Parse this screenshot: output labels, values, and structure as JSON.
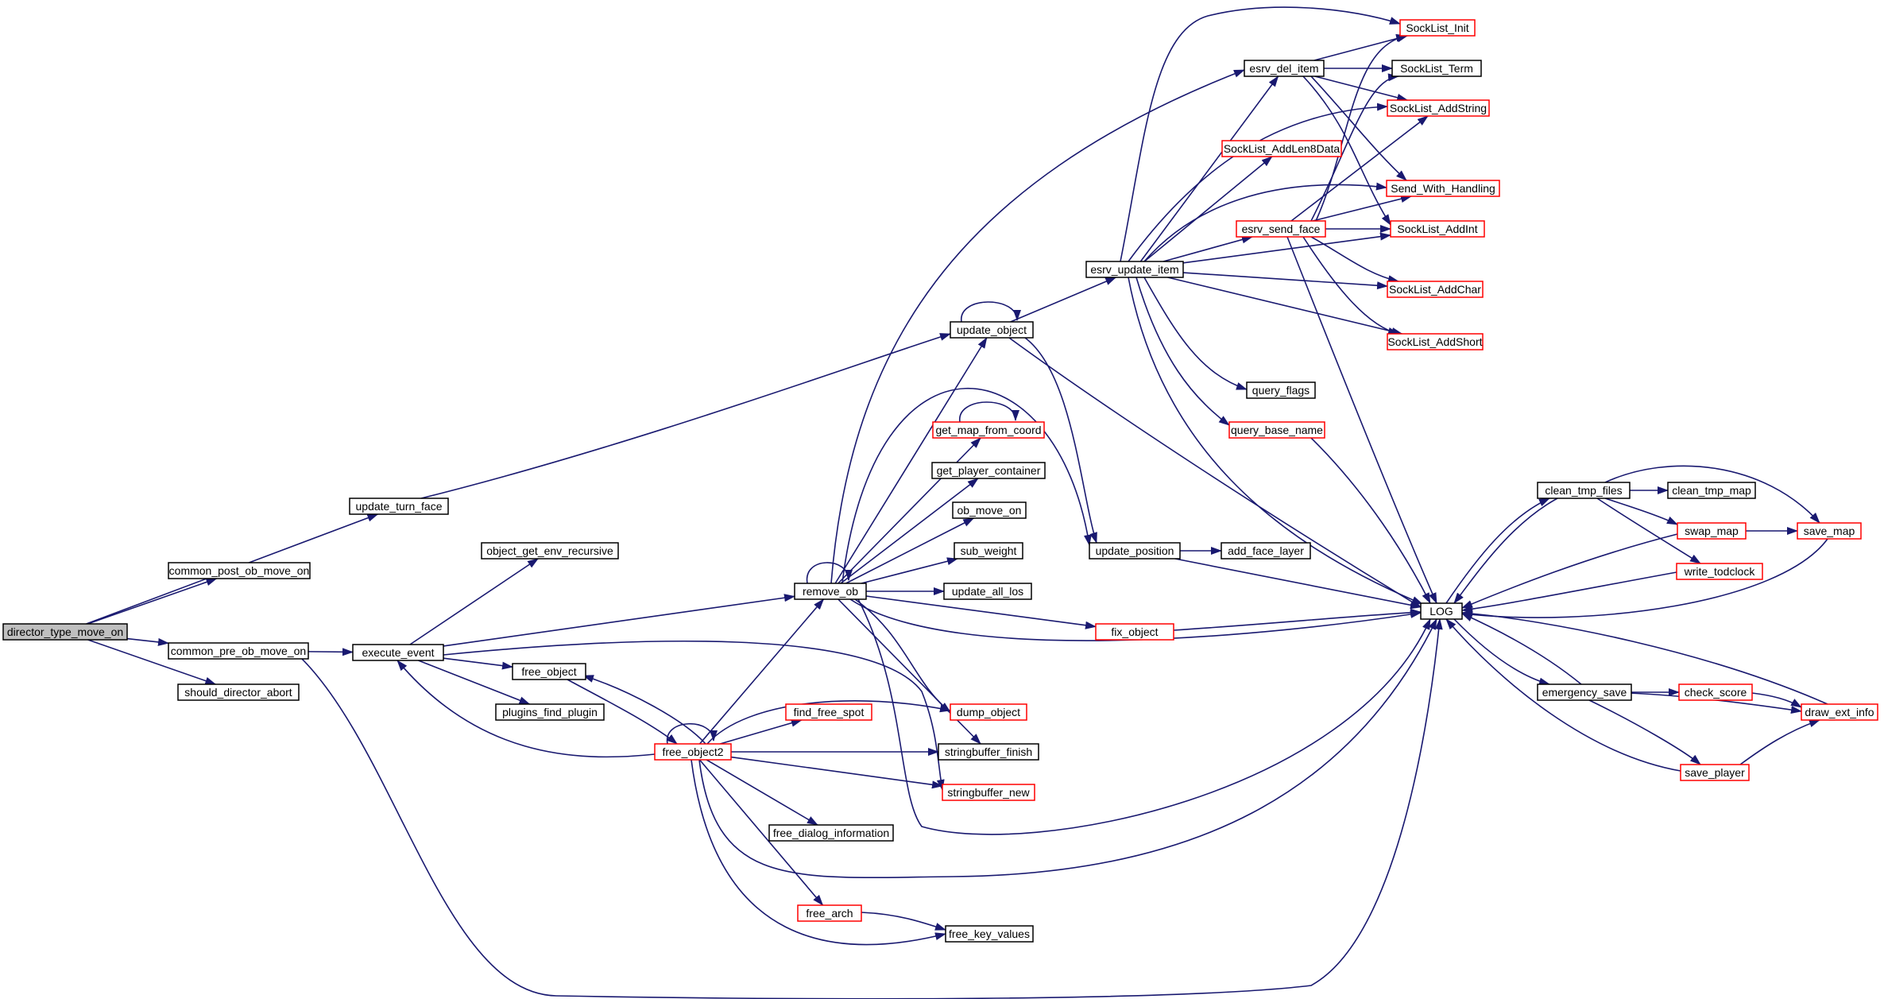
{
  "diagram": {
    "type": "call-graph",
    "colors": {
      "edge": "#191970",
      "box_border": "#000000",
      "truncated_border": "#ff0000",
      "focus_fill": "#bfbfbf",
      "box_fill": "#ffffff"
    },
    "nodes": [
      {
        "id": "director_type_move_on",
        "label": "director_type_move_on",
        "style": "focus"
      },
      {
        "id": "common_post_ob_move_on",
        "label": "common_post_ob_move_on",
        "style": "normal"
      },
      {
        "id": "update_turn_face",
        "label": "update_turn_face",
        "style": "normal"
      },
      {
        "id": "common_pre_ob_move_on",
        "label": "common_pre_ob_move_on",
        "style": "normal"
      },
      {
        "id": "should_director_abort",
        "label": "should_director_abort",
        "style": "normal"
      },
      {
        "id": "execute_event",
        "label": "execute_event",
        "style": "normal"
      },
      {
        "id": "object_get_env_recursive",
        "label": "object_get_env_recursive",
        "style": "normal"
      },
      {
        "id": "free_object",
        "label": "free_object",
        "style": "normal"
      },
      {
        "id": "plugins_find_plugin",
        "label": "plugins_find_plugin",
        "style": "normal"
      },
      {
        "id": "remove_ob",
        "label": "remove_ob",
        "style": "normal"
      },
      {
        "id": "free_object2",
        "label": "free_object2",
        "style": "truncated"
      },
      {
        "id": "update_object",
        "label": "update_object",
        "style": "normal"
      },
      {
        "id": "get_map_from_coord",
        "label": "get_map_from_coord",
        "style": "truncated"
      },
      {
        "id": "get_player_container",
        "label": "get_player_container",
        "style": "normal"
      },
      {
        "id": "ob_move_on",
        "label": "ob_move_on",
        "style": "normal"
      },
      {
        "id": "sub_weight",
        "label": "sub_weight",
        "style": "normal"
      },
      {
        "id": "update_all_los",
        "label": "update_all_los",
        "style": "normal"
      },
      {
        "id": "dump_object",
        "label": "dump_object",
        "style": "truncated"
      },
      {
        "id": "stringbuffer_finish",
        "label": "stringbuffer_finish",
        "style": "normal"
      },
      {
        "id": "stringbuffer_new",
        "label": "stringbuffer_new",
        "style": "truncated"
      },
      {
        "id": "find_free_spot",
        "label": "find_free_spot",
        "style": "truncated"
      },
      {
        "id": "free_dialog_information",
        "label": "free_dialog_information",
        "style": "normal"
      },
      {
        "id": "free_arch",
        "label": "free_arch",
        "style": "truncated"
      },
      {
        "id": "free_key_values",
        "label": "free_key_values",
        "style": "normal"
      },
      {
        "id": "esrv_update_item",
        "label": "esrv_update_item",
        "style": "normal"
      },
      {
        "id": "update_position",
        "label": "update_position",
        "style": "normal"
      },
      {
        "id": "add_face_layer",
        "label": "add_face_layer",
        "style": "normal"
      },
      {
        "id": "fix_object",
        "label": "fix_object",
        "style": "truncated"
      },
      {
        "id": "esrv_del_item",
        "label": "esrv_del_item",
        "style": "normal"
      },
      {
        "id": "SockList_AddLen8Data",
        "label": "SockList_AddLen8Data",
        "style": "truncated"
      },
      {
        "id": "esrv_send_face",
        "label": "esrv_send_face",
        "style": "truncated"
      },
      {
        "id": "query_flags",
        "label": "query_flags",
        "style": "normal"
      },
      {
        "id": "query_base_name",
        "label": "query_base_name",
        "style": "truncated"
      },
      {
        "id": "SockList_Init",
        "label": "SockList_Init",
        "style": "truncated"
      },
      {
        "id": "SockList_Term",
        "label": "SockList_Term",
        "style": "normal"
      },
      {
        "id": "SockList_AddString",
        "label": "SockList_AddString",
        "style": "truncated"
      },
      {
        "id": "Send_With_Handling",
        "label": "Send_With_Handling",
        "style": "truncated"
      },
      {
        "id": "SockList_AddInt",
        "label": "SockList_AddInt",
        "style": "truncated"
      },
      {
        "id": "SockList_AddChar",
        "label": "SockList_AddChar",
        "style": "truncated"
      },
      {
        "id": "SockList_AddShort",
        "label": "SockList_AddShort",
        "style": "truncated"
      },
      {
        "id": "LOG",
        "label": "LOG",
        "style": "normal"
      },
      {
        "id": "clean_tmp_files",
        "label": "clean_tmp_files",
        "style": "normal"
      },
      {
        "id": "clean_tmp_map",
        "label": "clean_tmp_map",
        "style": "normal"
      },
      {
        "id": "swap_map",
        "label": "swap_map",
        "style": "truncated"
      },
      {
        "id": "save_map",
        "label": "save_map",
        "style": "truncated"
      },
      {
        "id": "write_todclock",
        "label": "write_todclock",
        "style": "truncated"
      },
      {
        "id": "emergency_save",
        "label": "emergency_save",
        "style": "normal"
      },
      {
        "id": "check_score",
        "label": "check_score",
        "style": "truncated"
      },
      {
        "id": "draw_ext_info",
        "label": "draw_ext_info",
        "style": "truncated"
      },
      {
        "id": "save_player",
        "label": "save_player",
        "style": "truncated"
      }
    ],
    "edges": [
      [
        "director_type_move_on",
        "common_post_ob_move_on"
      ],
      [
        "director_type_move_on",
        "update_turn_face"
      ],
      [
        "director_type_move_on",
        "common_pre_ob_move_on"
      ],
      [
        "director_type_move_on",
        "should_director_abort"
      ],
      [
        "update_turn_face",
        "update_object"
      ],
      [
        "common_pre_ob_move_on",
        "execute_event"
      ],
      [
        "common_pre_ob_move_on",
        "LOG"
      ],
      [
        "execute_event",
        "object_get_env_recursive"
      ],
      [
        "execute_event",
        "remove_ob"
      ],
      [
        "execute_event",
        "free_object"
      ],
      [
        "execute_event",
        "plugins_find_plugin"
      ],
      [
        "execute_event",
        "stringbuffer_new"
      ],
      [
        "free_object",
        "free_object2"
      ],
      [
        "free_object2",
        "free_object"
      ],
      [
        "free_object2",
        "free_object2"
      ],
      [
        "free_object2",
        "execute_event"
      ],
      [
        "free_object2",
        "remove_ob"
      ],
      [
        "free_object2",
        "dump_object"
      ],
      [
        "free_object2",
        "find_free_spot"
      ],
      [
        "free_object2",
        "stringbuffer_finish"
      ],
      [
        "free_object2",
        "stringbuffer_new"
      ],
      [
        "free_object2",
        "free_dialog_information"
      ],
      [
        "free_object2",
        "free_arch"
      ],
      [
        "free_object2",
        "free_key_values"
      ],
      [
        "free_object2",
        "LOG"
      ],
      [
        "free_arch",
        "free_key_values"
      ],
      [
        "remove_ob",
        "remove_ob"
      ],
      [
        "remove_ob",
        "update_object"
      ],
      [
        "remove_ob",
        "get_map_from_coord"
      ],
      [
        "remove_ob",
        "get_player_container"
      ],
      [
        "remove_ob",
        "ob_move_on"
      ],
      [
        "remove_ob",
        "sub_weight"
      ],
      [
        "remove_ob",
        "update_all_los"
      ],
      [
        "remove_ob",
        "dump_object"
      ],
      [
        "remove_ob",
        "stringbuffer_finish"
      ],
      [
        "remove_ob",
        "stringbuffer_new"
      ],
      [
        "remove_ob",
        "fix_object"
      ],
      [
        "remove_ob",
        "LOG"
      ],
      [
        "remove_ob",
        "esrv_del_item"
      ],
      [
        "remove_ob",
        "update_position"
      ],
      [
        "get_map_from_coord",
        "get_map_from_coord"
      ],
      [
        "update_object",
        "update_object"
      ],
      [
        "update_object",
        "esrv_update_item"
      ],
      [
        "update_object",
        "update_position"
      ],
      [
        "update_object",
        "LOG"
      ],
      [
        "update_position",
        "add_face_layer"
      ],
      [
        "update_position",
        "LOG"
      ],
      [
        "fix_object",
        "LOG"
      ],
      [
        "esrv_update_item",
        "SockList_Init"
      ],
      [
        "esrv_update_item",
        "esrv_del_item"
      ],
      [
        "esrv_update_item",
        "SockList_AddLen8Data"
      ],
      [
        "esrv_update_item",
        "esrv_send_face"
      ],
      [
        "esrv_update_item",
        "SockList_AddString"
      ],
      [
        "esrv_update_item",
        "Send_With_Handling"
      ],
      [
        "esrv_update_item",
        "SockList_AddInt"
      ],
      [
        "esrv_update_item",
        "SockList_AddChar"
      ],
      [
        "esrv_update_item",
        "SockList_AddShort"
      ],
      [
        "esrv_update_item",
        "query_flags"
      ],
      [
        "esrv_update_item",
        "query_base_name"
      ],
      [
        "esrv_update_item",
        "LOG"
      ],
      [
        "esrv_del_item",
        "SockList_Init"
      ],
      [
        "esrv_del_item",
        "SockList_Term"
      ],
      [
        "esrv_del_item",
        "SockList_AddString"
      ],
      [
        "esrv_del_item",
        "Send_With_Handling"
      ],
      [
        "esrv_del_item",
        "SockList_AddInt"
      ],
      [
        "esrv_send_face",
        "SockList_Init"
      ],
      [
        "esrv_send_face",
        "SockList_Term"
      ],
      [
        "esrv_send_face",
        "SockList_AddString"
      ],
      [
        "esrv_send_face",
        "Send_With_Handling"
      ],
      [
        "esrv_send_face",
        "SockList_AddInt"
      ],
      [
        "esrv_send_face",
        "SockList_AddChar"
      ],
      [
        "esrv_send_face",
        "SockList_AddShort"
      ],
      [
        "esrv_send_face",
        "LOG"
      ],
      [
        "query_base_name",
        "LOG"
      ],
      [
        "LOG",
        "clean_tmp_files"
      ],
      [
        "LOG",
        "emergency_save"
      ],
      [
        "clean_tmp_files",
        "clean_tmp_map"
      ],
      [
        "clean_tmp_files",
        "swap_map"
      ],
      [
        "clean_tmp_files",
        "write_todclock"
      ],
      [
        "clean_tmp_files",
        "save_map"
      ],
      [
        "clean_tmp_files",
        "LOG"
      ],
      [
        "swap_map",
        "save_map"
      ],
      [
        "swap_map",
        "LOG"
      ],
      [
        "save_map",
        "LOG"
      ],
      [
        "write_todclock",
        "LOG"
      ],
      [
        "emergency_save",
        "check_score"
      ],
      [
        "emergency_save",
        "draw_ext_info"
      ],
      [
        "emergency_save",
        "save_player"
      ],
      [
        "emergency_save",
        "LOG"
      ],
      [
        "check_score",
        "draw_ext_info"
      ],
      [
        "save_player",
        "draw_ext_info"
      ],
      [
        "save_player",
        "LOG"
      ],
      [
        "draw_ext_info",
        "LOG"
      ]
    ]
  }
}
